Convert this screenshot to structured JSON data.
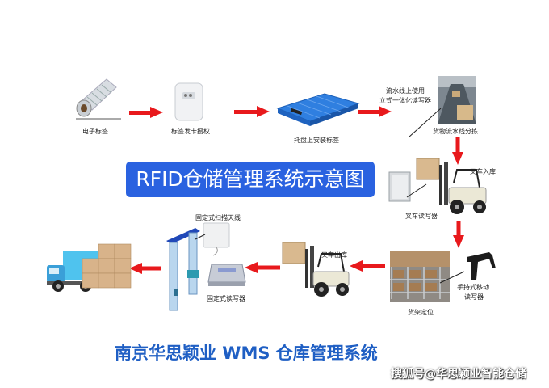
{
  "title": "RFID仓储管理系统示意图",
  "company_caption": "南京华思颖业 WMS 仓库管理系统",
  "watermark": "搜狐号@华思颖业智能仓储",
  "colors": {
    "arrow": "#e8191c",
    "banner": "#2a62e0",
    "company_text": "#1f5fc4",
    "pallet": "#2f7fe0"
  },
  "steps": [
    {
      "id": "rfid-tag",
      "label": "电子标签",
      "icon": "tag-roll-icon"
    },
    {
      "id": "issuer",
      "label": "标签发卡授权",
      "icon": "card-issuer-icon"
    },
    {
      "id": "pallet",
      "label": "托盘上安装标签",
      "icon": "pallet-icon"
    },
    {
      "id": "conveyor",
      "label": "货物流水线分拣",
      "note_lines": [
        "流水线上使用",
        "立式一体化读写器"
      ],
      "icon": "conveyor-photo-icon"
    },
    {
      "id": "forklift-in",
      "label": "叉车入库",
      "note": "叉车读写器",
      "icon": "forklift-icon"
    },
    {
      "id": "shelf",
      "label": "货架定位",
      "icon": "shelf-photo-icon"
    },
    {
      "id": "handheld",
      "label_lines": [
        "手持式移动",
        "读写器"
      ],
      "icon": "handheld-reader-icon"
    },
    {
      "id": "forklift-out",
      "label": "叉车出库",
      "icon": "forklift-icon"
    },
    {
      "id": "gate",
      "label": "固定式扫描天线",
      "note": "固定式读写器",
      "icon": "gate-antenna-icon"
    },
    {
      "id": "truck",
      "label": "",
      "icon": "truck-icon"
    }
  ]
}
